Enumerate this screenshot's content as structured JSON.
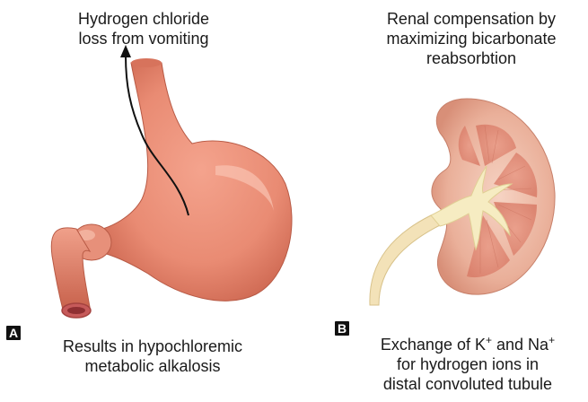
{
  "panel_a": {
    "label": "A",
    "top_caption": "Hydrogen chloride\nloss from vomiting",
    "bottom_caption": "Results in hypochloremic\nmetabolic alkalosis"
  },
  "panel_b": {
    "label": "B",
    "top_caption": "Renal compensation by\nmaximizing bicarbonate\nreabsorbtion",
    "bottom_caption": {
      "prefix": "Exchange of K",
      "k_sup": "+",
      "middle": " and Na",
      "na_sup": "+",
      "line2": "for hydrogen ions in",
      "line3": "distal convoluted tubule"
    }
  }
}
